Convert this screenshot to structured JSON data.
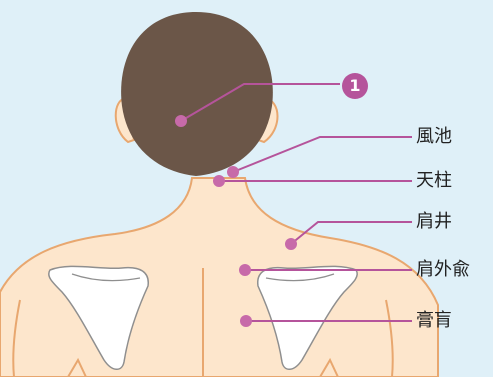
{
  "badge": {
    "label": "1"
  },
  "points": {
    "fuchi": "風池",
    "tenchu": "天柱",
    "kensei": "肩井",
    "kengaiyu": "肩外兪",
    "koko": "膏肓"
  },
  "colors": {
    "background": "#dff0f8",
    "skin": "#fde6cc",
    "outline": "#e8a76f",
    "hair": "#6b5648",
    "bone": "#ffffff",
    "bone_outline": "#8f8f8f",
    "accent": "#b5549b"
  }
}
